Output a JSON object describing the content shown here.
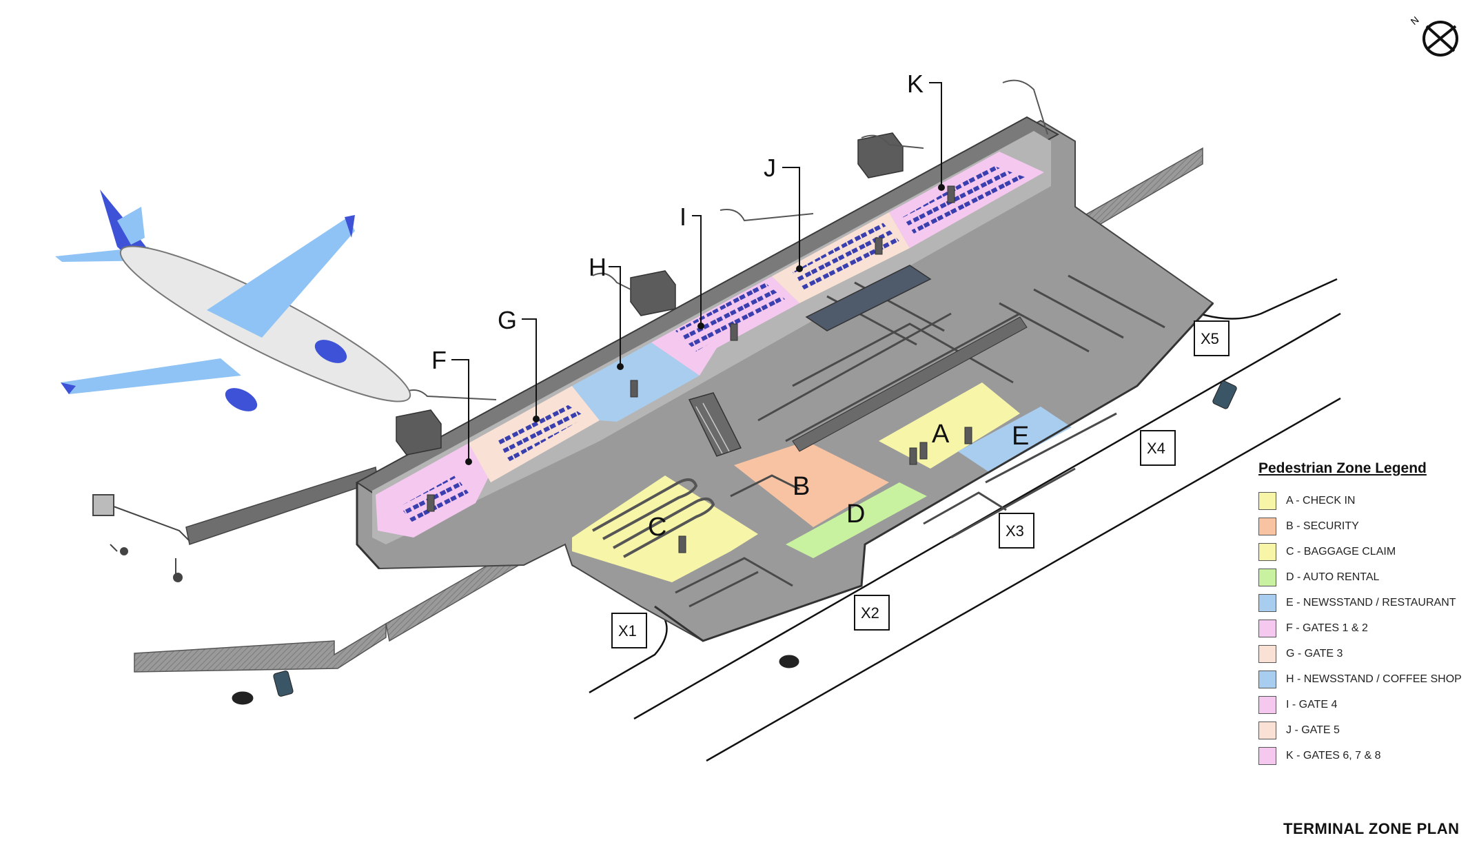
{
  "title": "TERMINAL ZONE PLAN",
  "north_label": "N",
  "legend": {
    "title": "Pedestrian Zone Legend",
    "items": [
      {
        "code": "A",
        "label": "A - CHECK IN",
        "color": "#f6f5a8"
      },
      {
        "code": "B",
        "label": "B - SECURITY",
        "color": "#f8c3a3"
      },
      {
        "code": "C",
        "label": "C - BAGGAGE CLAIM",
        "color": "#f6f5a8"
      },
      {
        "code": "D",
        "label": "D - AUTO RENTAL",
        "color": "#c8f2a0"
      },
      {
        "code": "E",
        "label": "E - NEWSSTAND / RESTAURANT",
        "color": "#a9cdee"
      },
      {
        "code": "F",
        "label": "F - GATES 1 & 2",
        "color": "#f5c8ef"
      },
      {
        "code": "G",
        "label": "G - GATE 3",
        "color": "#f9e2d5"
      },
      {
        "code": "H",
        "label": "H - NEWSSTAND / COFFEE SHOP",
        "color": "#a9cdee"
      },
      {
        "code": "I",
        "label": "I - GATE 4",
        "color": "#f5c8ef"
      },
      {
        "code": "J",
        "label": "J - GATE 5",
        "color": "#f9e2d5"
      },
      {
        "code": "K",
        "label": "K - GATES 6, 7 & 8",
        "color": "#f5c8ef"
      }
    ]
  },
  "zone_letters": [
    "A",
    "B",
    "C",
    "D",
    "E"
  ],
  "callout_letters": [
    "F",
    "G",
    "H",
    "I",
    "J",
    "K"
  ],
  "exits": [
    "X1",
    "X2",
    "X3",
    "X4",
    "X5"
  ],
  "colors": {
    "building_gray": "#8e8e8e",
    "wall_dark": "#5a5a5a",
    "floor_gray": "#a8a8a8",
    "aircraft_blue": "#3d52d6",
    "wing_blue": "#8fc3f5",
    "seat_blue": "#3a3fb0",
    "door_orange": "#e09a3a"
  }
}
